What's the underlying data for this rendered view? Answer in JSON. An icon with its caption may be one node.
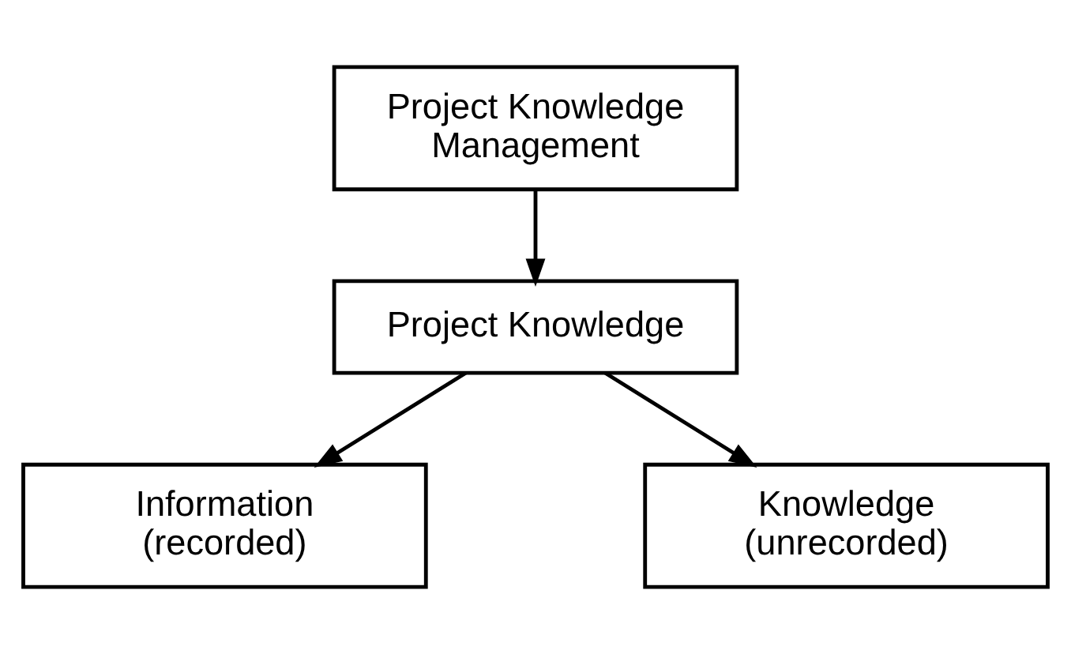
{
  "diagram": {
    "nodes": [
      {
        "text": [
          "Project Knowledge Management"
        ]
      },
      {
        "text": [
          "Project Knowledge"
        ]
      },
      {
        "text": [
          "Information (recorded)"
        ]
      },
      {
        "text": [
          "Knowledge (unrecorded)"
        ]
      }
    ],
    "edges": [
      {
        "from": 0,
        "to": 1,
        "arrow": "to"
      },
      {
        "from": 1,
        "to": 2,
        "arrow": "to"
      },
      {
        "from": 1,
        "to": 3,
        "arrow": "to"
      }
    ]
  }
}
